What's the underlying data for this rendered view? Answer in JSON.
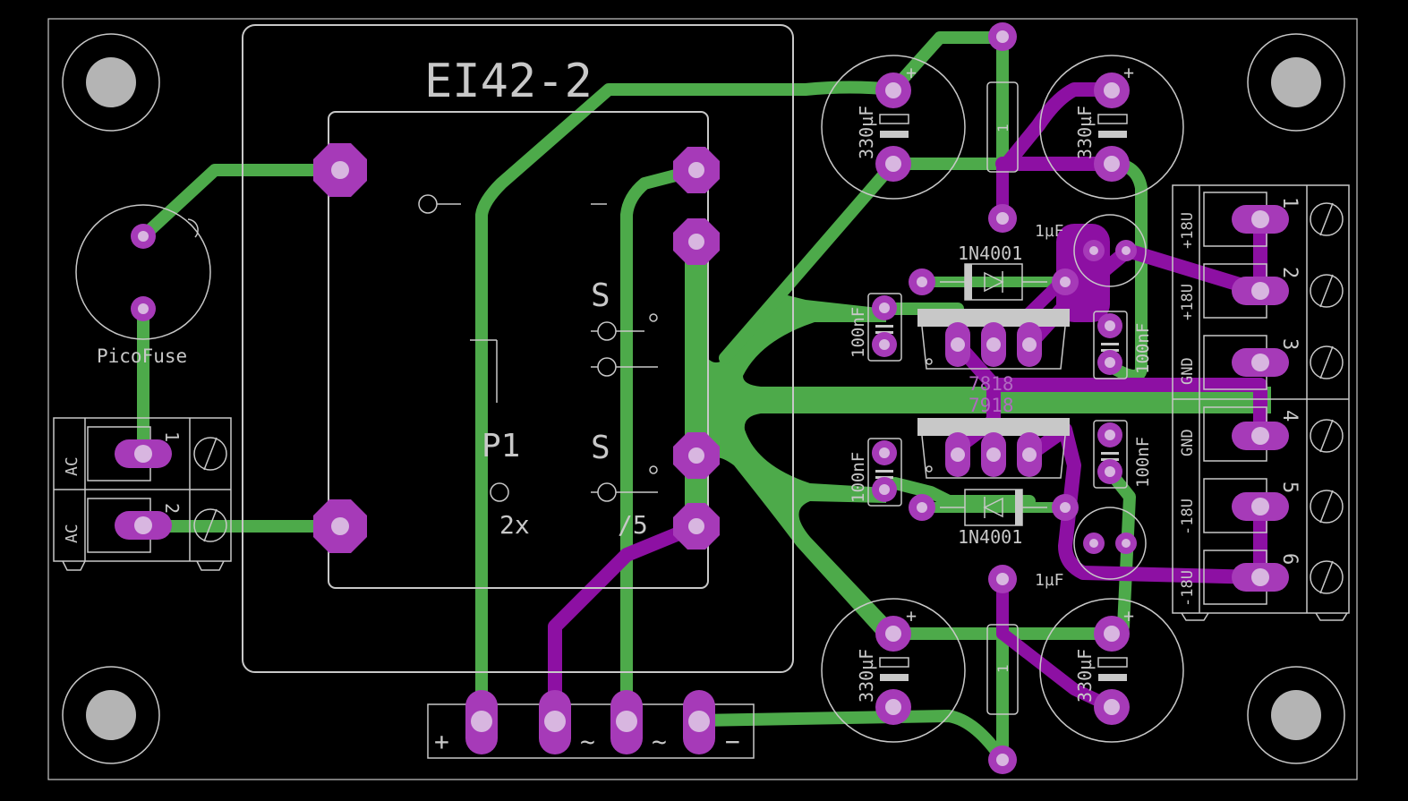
{
  "board": {
    "transformer": {
      "name": "EI42-2",
      "part": "P1",
      "text_s1": "S",
      "text_s2": "S",
      "rating_a": "2x",
      "rating_b": "/5"
    },
    "fuse": {
      "name": "PicoFuse"
    },
    "input_connector": {
      "pin_labels": [
        "AC",
        "AC"
      ],
      "pin_numbers": [
        "1",
        "2"
      ]
    },
    "output_connector": {
      "pin_labels": [
        "+18U",
        "+18U",
        "GND",
        "GND",
        "-18U",
        "-18U"
      ],
      "pin_numbers": [
        "1",
        "2",
        "3",
        "4",
        "5",
        "6"
      ]
    },
    "bridge": {
      "symbols": [
        "+",
        "~",
        "~",
        "−"
      ]
    },
    "caps_bulk": [
      "330µF",
      "330µF",
      "330µF",
      "330µF"
    ],
    "cap_polarity": "+",
    "caps_ceramic": [
      "100nF",
      "100nF",
      "100nF",
      "100nF"
    ],
    "caps_tant": [
      "1µF",
      "1µF"
    ],
    "diodes": [
      "1N4001",
      "1N4001"
    ],
    "regulators": [
      "7818",
      "7918"
    ],
    "resistor_marks": [
      "1",
      "1"
    ]
  },
  "colors": {
    "background": "#000000",
    "bottom_copper": "#4daa4a",
    "top_copper": "#8d10a3",
    "pad": "#a63ab8",
    "silkscreen": "#c8c8c8"
  }
}
